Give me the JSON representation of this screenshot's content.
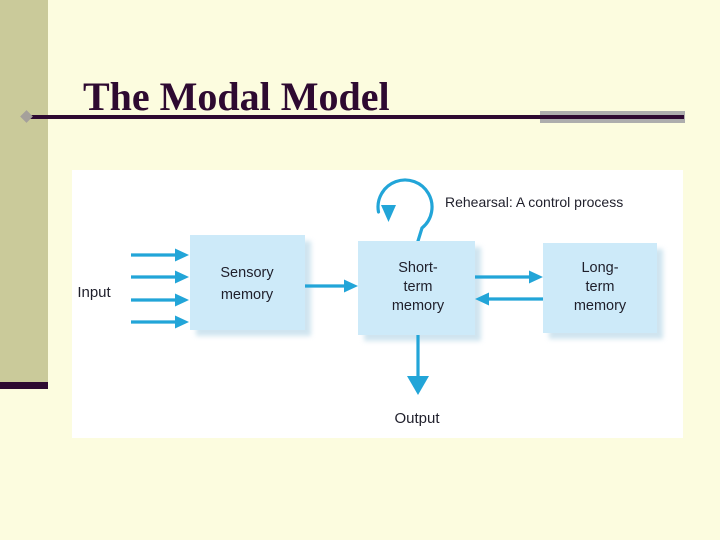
{
  "slide": {
    "title": "The Modal Model"
  },
  "diagram": {
    "rehearsal_label": "Rehearsal: A control process",
    "input_label": "Input",
    "output_label": "Output",
    "boxes": {
      "sensory": {
        "lines": [
          "Sensory",
          "memory"
        ]
      },
      "short_term": {
        "lines": [
          "Short-",
          "term",
          "memory"
        ]
      },
      "long_term": {
        "lines": [
          "Long-",
          "term",
          "memory"
        ]
      }
    }
  },
  "colors": {
    "background": "#FCFCDF",
    "sidebar": "#CACA9A",
    "title_text": "#2E0A31",
    "rule": "#2E0A31",
    "rule_gray": "#ADADAD",
    "rule_diamond": "#A5A09B",
    "panel": "#FFFFFF",
    "box_fill": "#CDEAF9",
    "box_shadow": "#A9CFE2",
    "arrow": "#22A5D8",
    "diagram_text": "#1F1F2B"
  }
}
